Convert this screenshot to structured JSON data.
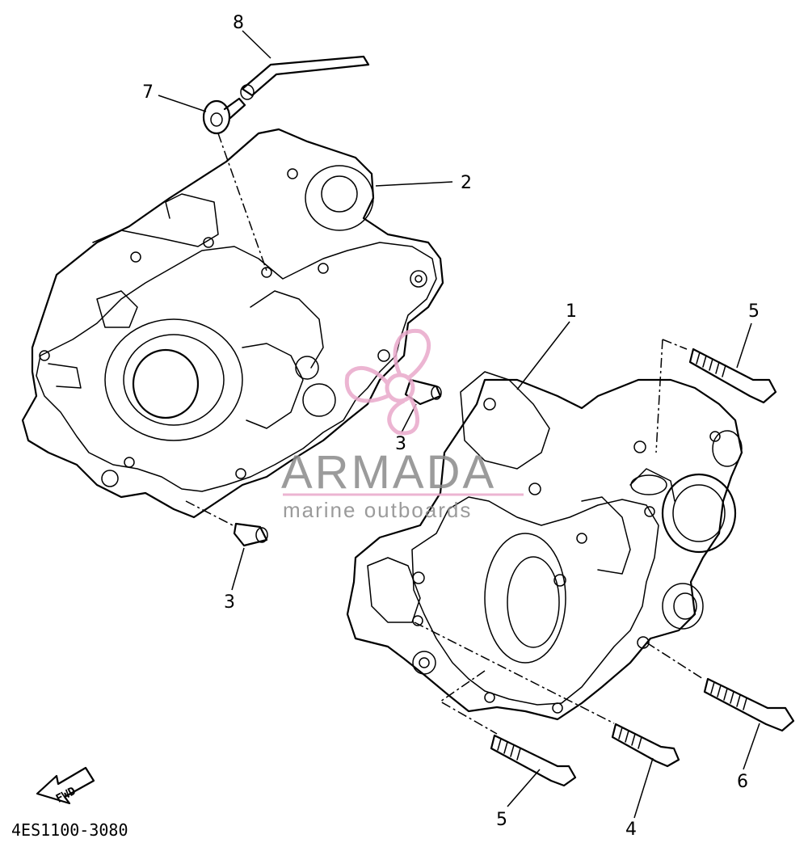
{
  "diagram": {
    "callouts": {
      "c1": "1",
      "c2": "2",
      "c3a": "3",
      "c3b": "3",
      "c4": "4",
      "c5a": "5",
      "c5b": "5",
      "c6": "6",
      "c7": "7",
      "c8": "8"
    },
    "fwd_label": "FWD",
    "part_code": "4ES1100-3080"
  },
  "watermark": {
    "title": "ARMADA",
    "subtitle": "marine outboards",
    "color": "#e9a9cb"
  }
}
